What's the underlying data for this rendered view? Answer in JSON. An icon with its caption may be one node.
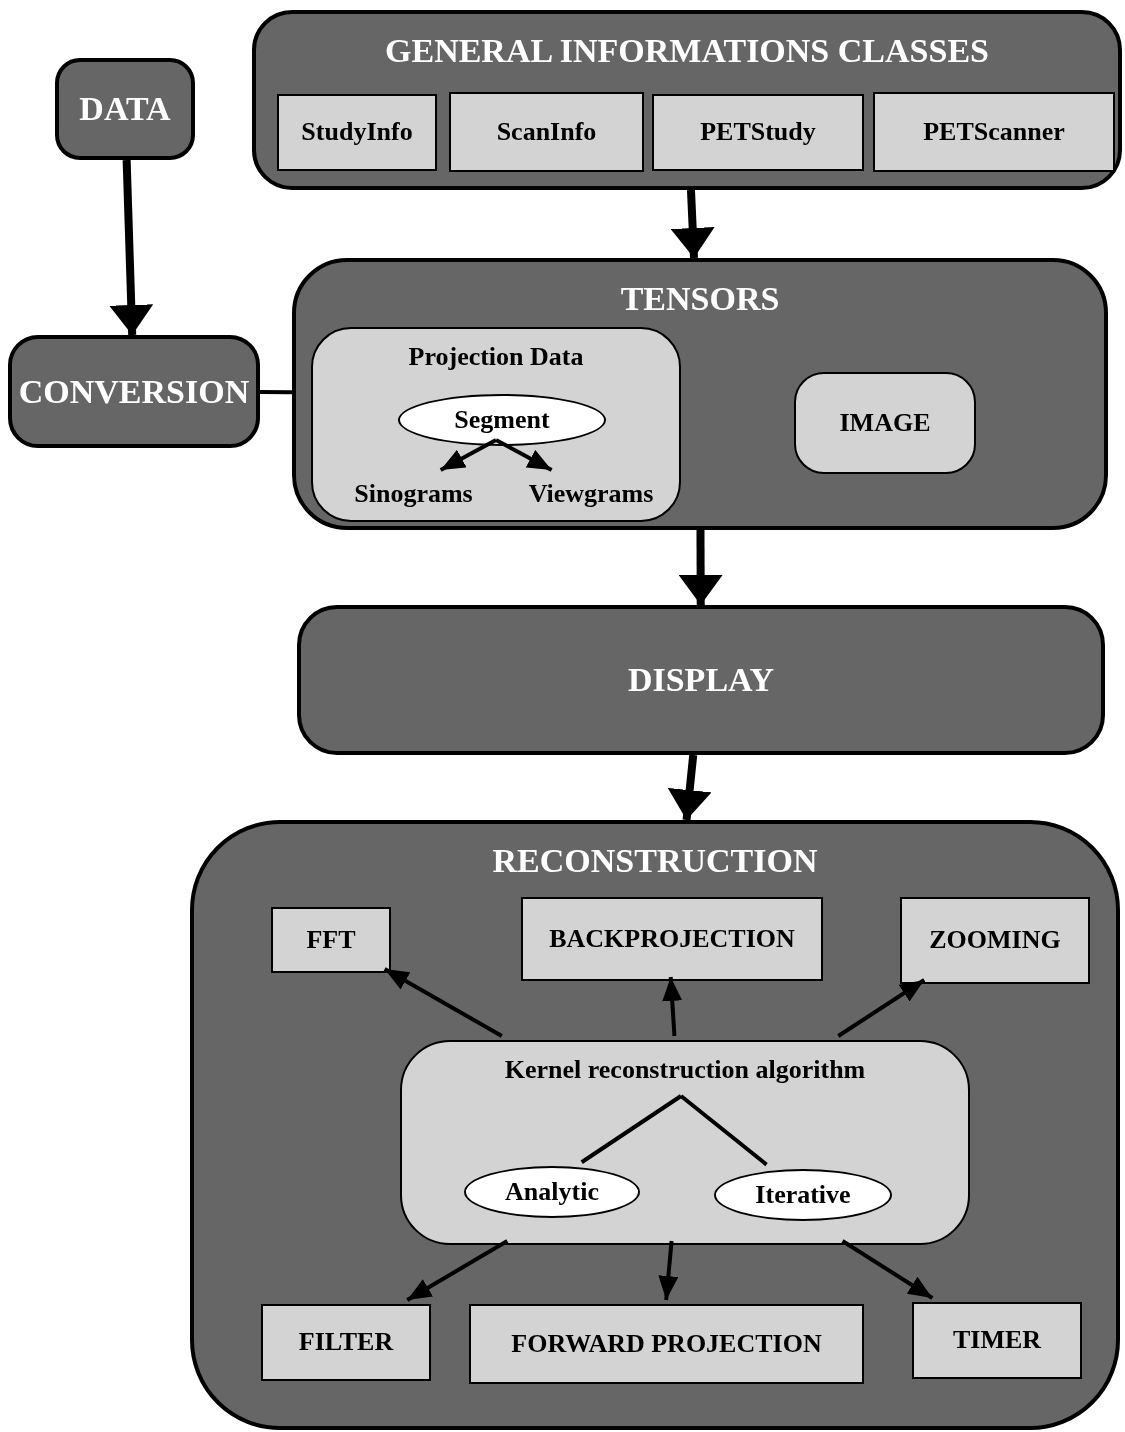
{
  "diagram": {
    "nodes": [
      {
        "text": [
          "GENERAL INFORMATIONS CLASSES"
        ]
      },
      {
        "text": [
          "StudyInfo"
        ],
        "in": 0
      },
      {
        "text": [
          "ScanInfo"
        ],
        "in": 0
      },
      {
        "text": [
          "PETStudy"
        ],
        "in": 0
      },
      {
        "text": [
          "PETScanner"
        ],
        "in": 0
      },
      {
        "text": [
          "DATA"
        ]
      },
      {
        "text": [
          "TENSORS"
        ]
      },
      {
        "text": [
          "Projection Data"
        ],
        "in": 6
      },
      {
        "text": [
          "Segment"
        ],
        "in": 7
      },
      {
        "text": [
          "Sinograms"
        ],
        "in": 7
      },
      {
        "text": [
          "Viewgrams"
        ],
        "in": 7
      },
      {
        "text": [
          "IMAGE"
        ],
        "in": 6
      },
      {
        "text": [
          "CONVERSION"
        ]
      },
      {
        "text": [
          "DISPLAY"
        ]
      },
      {
        "text": [
          "RECONSTRUCTION"
        ]
      },
      {
        "text": [
          "FFT"
        ],
        "in": 14
      },
      {
        "text": [
          "BACKPROJECTION"
        ],
        "in": 14
      },
      {
        "text": [
          "ZOOMING"
        ],
        "in": 14
      },
      {
        "text": [
          "Kernel reconstruction algorithm"
        ],
        "in": 14
      },
      {
        "text": [
          "Analytic"
        ],
        "in": 18
      },
      {
        "text": [
          "Iterative"
        ],
        "in": 18
      },
      {
        "text": [
          "FILTER"
        ],
        "in": 14
      },
      {
        "text": [
          "FORWARD PROJECTION"
        ],
        "in": 14
      },
      {
        "text": [
          "TIMER"
        ],
        "in": 14
      }
    ],
    "edges": [
      {
        "from": 0,
        "to": 6,
        "arrow": "to",
        "style": "thick"
      },
      {
        "from": 5,
        "to": 12,
        "arrow": "to",
        "style": "thick"
      },
      {
        "from": 12,
        "to": 6,
        "arrow": "none"
      },
      {
        "from": 6,
        "to": 13,
        "arrow": "to",
        "style": "thick"
      },
      {
        "from": 13,
        "to": 14,
        "arrow": "to",
        "style": "thick"
      },
      {
        "from": 8,
        "to": 9,
        "arrow": "to"
      },
      {
        "from": 8,
        "to": 10,
        "arrow": "to"
      },
      {
        "from": 18,
        "to": 15,
        "arrow": "to"
      },
      {
        "from": 18,
        "to": 16,
        "arrow": "to"
      },
      {
        "from": 18,
        "to": 17,
        "arrow": "to"
      },
      {
        "from": 18,
        "to": 19,
        "arrow": "none"
      },
      {
        "from": 18,
        "to": 20,
        "arrow": "none"
      },
      {
        "from": 18,
        "to": 21,
        "arrow": "to"
      },
      {
        "from": 18,
        "to": 22,
        "arrow": "to"
      },
      {
        "from": 18,
        "to": 23,
        "arrow": "to"
      }
    ]
  }
}
